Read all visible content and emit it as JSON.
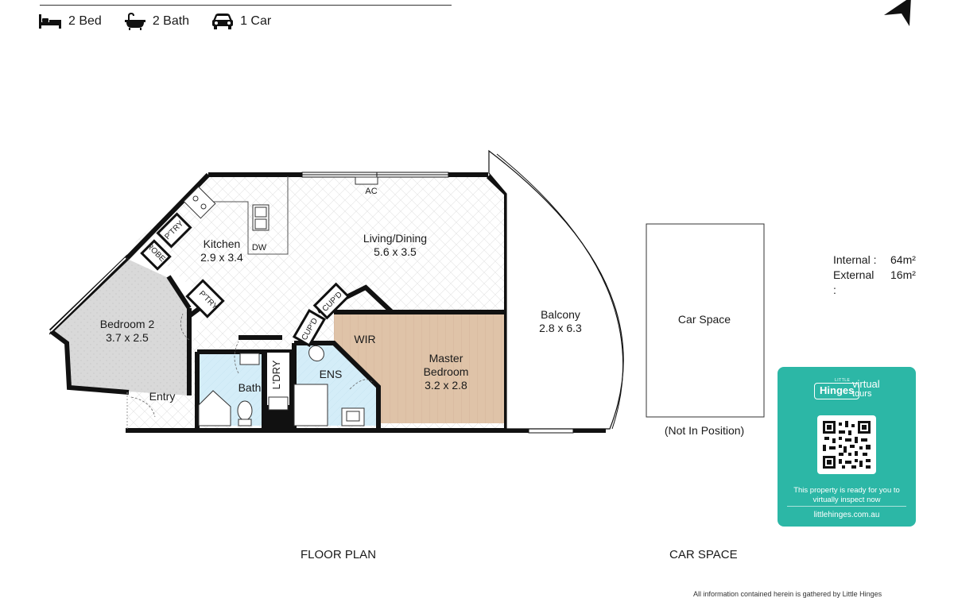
{
  "features": {
    "beds": "2 Bed",
    "baths": "2 Bath",
    "cars": "1 Car"
  },
  "rooms": {
    "kitchen_name": "Kitchen",
    "kitchen_size": "2.9 x 3.4",
    "living_name": "Living/Dining",
    "living_size": "5.6 x 3.5",
    "bed2_name": "Bedroom 2",
    "bed2_size": "3.7 x 2.5",
    "master_name_1": "Master",
    "master_name_2": "Bedroom",
    "master_size": "3.2 x 2.8",
    "balcony_name": "Balcony",
    "balcony_size": "2.8 x 6.3",
    "bath": "Bath",
    "ensuite": "ENS",
    "wir": "WIR",
    "entry": "Entry",
    "laundry": "L'DRY",
    "robe": "ROBE",
    "pantry_1": "P'TRY",
    "pantry_2": "P'TRY",
    "cupboard_1": "CUP'D",
    "cupboard_2": "CUP'D",
    "ac": "AC",
    "dw": "DW"
  },
  "car_space": {
    "label": "Car Space",
    "note": "(Not In Position)"
  },
  "areas": {
    "internal_label": "Internal :",
    "internal_value": "64m²",
    "external_label": "External :",
    "external_value": "16m²"
  },
  "promo": {
    "brand_small": "LITTLE",
    "brand": "Hinges",
    "virtual": "virtual",
    "tours": "tours",
    "message": "This property is ready for you to virtually inspect now",
    "url": "littlehinges.com.au"
  },
  "captions": {
    "floor_plan": "FLOOR PLAN",
    "car_space": "CAR SPACE"
  },
  "disclaimer": "All information contained herein is gathered by Little Hinges",
  "colors": {
    "wall": "#111111",
    "tile": "#cfe9f5",
    "timber": "#dfc3a8",
    "carpet": "#d7d7d7",
    "promo_bg": "#2cb7a6"
  }
}
